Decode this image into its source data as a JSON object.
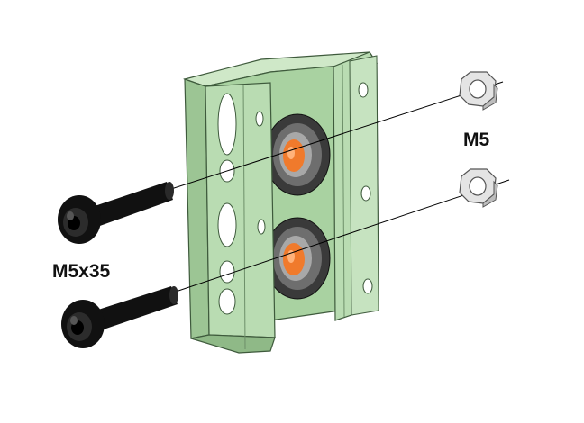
{
  "labels": {
    "bolt": "M5x35",
    "nut": "M5"
  },
  "colors": {
    "bracket_fill": "#b9dcb2",
    "bracket_shade": "#9cc594",
    "bracket_light": "#d6ecd0",
    "bracket_edge": "#3e5a3c",
    "bearing_dark": "#3a3a3a",
    "bearing_mid": "#6e6e6e",
    "bearing_light": "#a8a8a8",
    "bearing_core": "#f07a2c",
    "bolt": "#111111",
    "nut_fill": "#e4e4e4",
    "nut_edge": "#555555",
    "axis_line": "#000000"
  },
  "icons": [
    "bracket-body",
    "bearing",
    "bolt",
    "hex-nut"
  ]
}
